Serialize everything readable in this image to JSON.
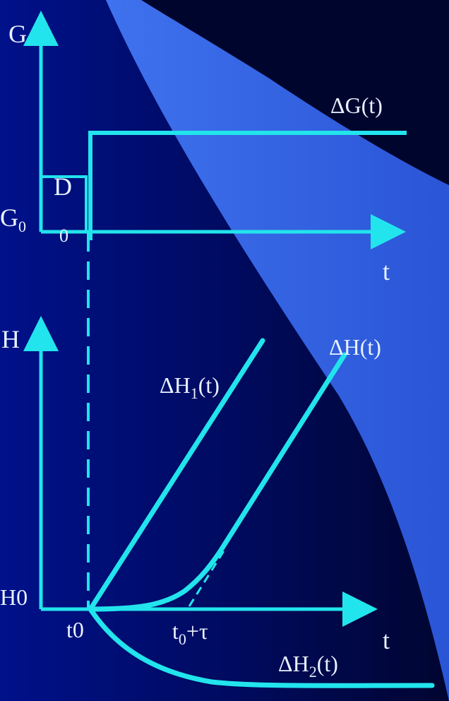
{
  "colors": {
    "background_dark": "#000a55",
    "band_light": "#3a6ae8",
    "curve": "#22e4ec",
    "text": "#e8f2ff"
  },
  "top_plot": {
    "y_axis_label": "G",
    "x_axis_label": "t",
    "baseline_label": "G",
    "baseline_sub": "0",
    "step_label": "D",
    "origin_label": "0",
    "signal_label": "ΔG(t)"
  },
  "bottom_plot": {
    "y_axis_label": "H",
    "x_axis_label": "t",
    "baseline_label": "H0",
    "t0_label": "t0",
    "delay_label_pre": "t",
    "delay_label_sub": "0",
    "delay_label_post": "+τ",
    "h1_pre": "ΔH",
    "h1_sub": "1",
    "h1_post": "(t)",
    "h_label": "ΔH(t)",
    "h2_pre": "ΔH",
    "h2_sub": "2",
    "h2_post": "(t)"
  }
}
